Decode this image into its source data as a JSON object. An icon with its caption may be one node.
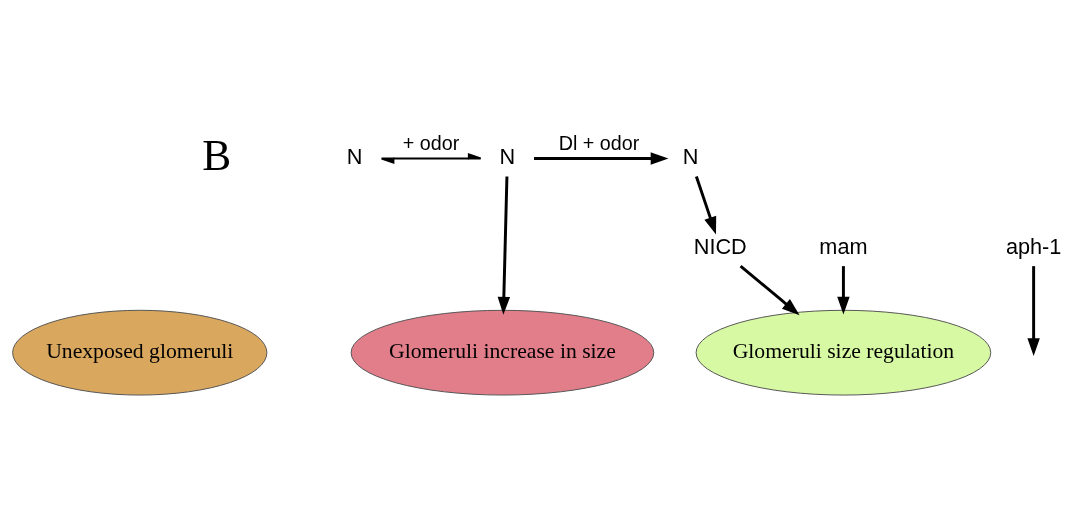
{
  "diagram": {
    "nodes": [
      {
        "text": [
          "N"
        ]
      },
      {
        "text": [
          "N"
        ]
      },
      {
        "text": [
          "N"
        ]
      },
      {
        "text": [
          "aph-1"
        ]
      },
      {
        "text": [
          "NICD"
        ]
      },
      {
        "text": [
          "mam"
        ]
      },
      {
        "text": [
          "Unexposed glomeruli"
        ]
      },
      {
        "text": [
          "Glomeruli increase in size"
        ]
      },
      {
        "text": [
          "Glomeruli size regulation"
        ]
      }
    ],
    "edges": [
      {
        "from": 0,
        "to": 1,
        "arrow": "both",
        "label": "+ odor"
      },
      {
        "from": 1,
        "to": 2,
        "arrow": "to",
        "label": "Dl + odor"
      },
      {
        "from": 1,
        "to": 7,
        "arrow": "to"
      },
      {
        "from": 2,
        "to": 4,
        "arrow": "to"
      },
      {
        "from": 3,
        "to": null,
        "arrow": "to"
      },
      {
        "from": 4,
        "to": 8,
        "arrow": "to"
      },
      {
        "from": 5,
        "to": 8,
        "arrow": "to"
      }
    ],
    "labels": [
      "B"
    ]
  }
}
